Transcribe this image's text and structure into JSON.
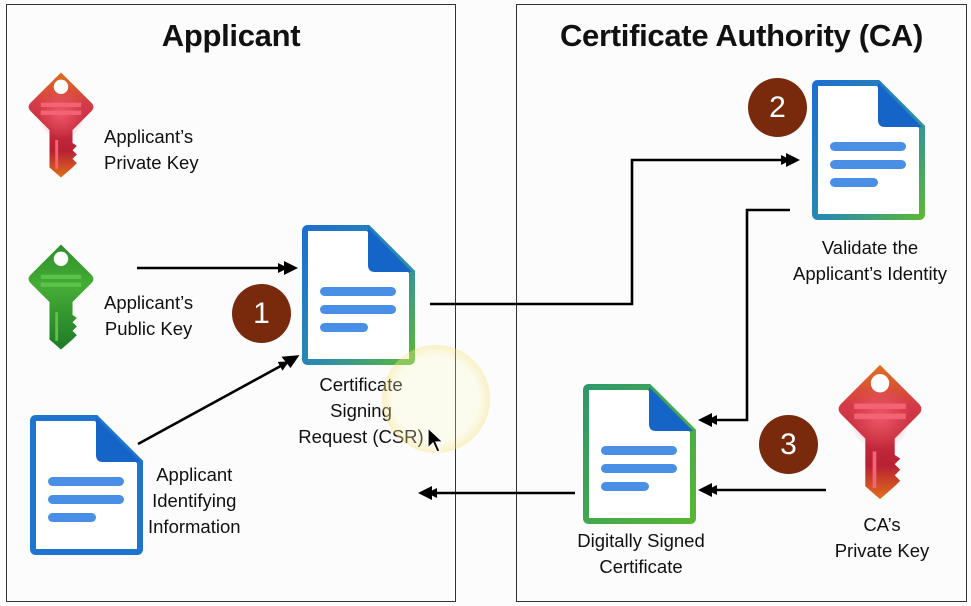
{
  "applicant_panel": {
    "title": "Applicant",
    "private_key_label": [
      "Applicant’s",
      "Private Key"
    ],
    "public_key_label": [
      "Applicant’s",
      "Public Key"
    ],
    "identifying_info_label": [
      "Applicant",
      "Identifying",
      "Information"
    ],
    "csr_label": [
      "Certificate",
      "Signing",
      "Request (CSR)"
    ],
    "step_badge": "1"
  },
  "ca_panel": {
    "title": "Certificate Authority (CA)",
    "validate_label": [
      "Validate the",
      "Applicant’s Identity"
    ],
    "signed_cert_label": [
      "Digitally Signed",
      "Certificate"
    ],
    "ca_private_key_label": [
      "CA’s",
      "Private Key"
    ],
    "step_badge_validate": "2",
    "step_badge_sign": "3"
  },
  "icons": {
    "private_key": "key-icon",
    "public_key": "key-icon",
    "document": "document-icon",
    "cursor": "mouse-cursor-icon"
  },
  "colors": {
    "private_key": "#c8283c",
    "public_key": "#3a9a2c",
    "document_blue": "#1f74d0",
    "document_green": "#55b03a",
    "badge": "#7a2a0c"
  }
}
